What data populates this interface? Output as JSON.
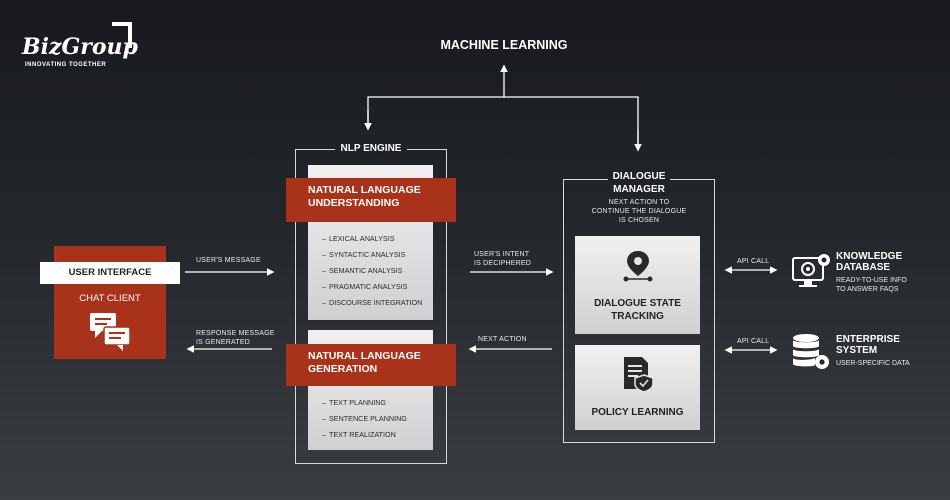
{
  "logo": {
    "brand": "BizGroup",
    "tagline": "INNOVATING TOGETHER"
  },
  "machine_learning": {
    "title": "MACHINE LEARNING"
  },
  "user_interface": {
    "title": "USER INTERFACE",
    "subtitle": "CHAT CLIENT"
  },
  "flows": {
    "user_message": "USER'S MESSAGE",
    "response_line1": "RESPONSE MESSAGE",
    "response_line2": "IS GENERATED",
    "intent_line1": "USER'S INTENT",
    "intent_line2": "IS DECIPHERED",
    "next_action": "NEXT ACTION",
    "api_call_1": "API CALL",
    "api_call_2": "API CALL"
  },
  "nlp_engine": {
    "title": "NLP ENGINE",
    "nlu": {
      "line1": "NATURAL LANGUAGE",
      "line2": "UNDERSTANDING",
      "items": [
        "LEXICAL ANALYSIS",
        "SYNTACTIC ANALYSIS",
        "SEMANTIC ANALYSIS",
        "PRAGMATIC ANALYSIS",
        "DISCOURSE INTEGRATION"
      ]
    },
    "nlg": {
      "line1": "NATURAL LANGUAGE",
      "line2": "GENERATION",
      "items": [
        "TEXT PLANNING",
        "SENTENCE PLANNING",
        "TEXT REALIZATION"
      ]
    }
  },
  "dialogue_manager": {
    "title_line1": "DIALOGUE",
    "title_line2": "MANAGER",
    "note_line1": "NEXT ACTION TO",
    "note_line2": "CONTINUE THE DIALOGUE",
    "note_line3": "IS CHOSEN",
    "dst_line1": "DIALOGUE STATE",
    "dst_line2": "TRACKING",
    "policy": "POLICY LEARNING"
  },
  "knowledge_database": {
    "title_line1": "KNOWLEDGE",
    "title_line2": "DATABASE",
    "sub_line1": "READY-TO-USE INFO",
    "sub_line2": "TO ANSWER FAQs"
  },
  "enterprise_system": {
    "title_line1": "ENTERPRISE",
    "title_line2": "SYSTEM",
    "sub_line1": "USER-SPECIFIC DATA"
  },
  "colors": {
    "accent": "#a8331a",
    "background": "#23272c",
    "panel": "#e6e6e7"
  }
}
